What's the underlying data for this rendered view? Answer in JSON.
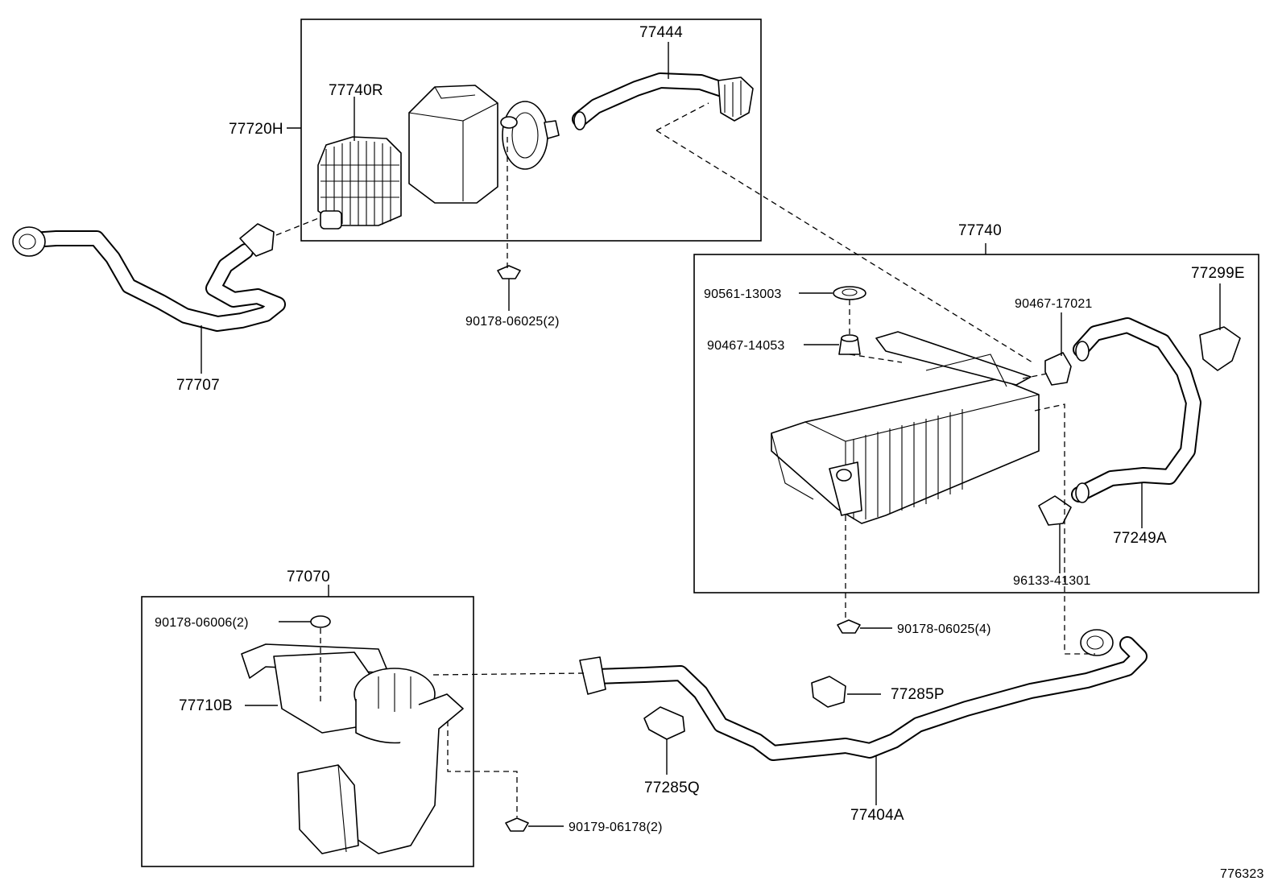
{
  "diagram_id": "776323",
  "parts": {
    "p77444": "77444",
    "p77740R": "77740R",
    "p77720H": "77720H",
    "p90178_06025_2": "90178-06025(2)",
    "p77707": "77707",
    "p77740": "77740",
    "p77299E": "77299E",
    "p90561_13003": "90561-13003",
    "p90467_14053": "90467-14053",
    "p90467_17021": "90467-17021",
    "p77249A": "77249A",
    "p96133_41301": "96133-41301",
    "p90178_06025_4": "90178-06025(4)",
    "p77070": "77070",
    "p90178_06006_2": "90178-06006(2)",
    "p77710B": "77710B",
    "p77285P": "77285P",
    "p77285Q": "77285Q",
    "p77404A": "77404A",
    "p90179_06178_2": "90179-06178(2)"
  }
}
